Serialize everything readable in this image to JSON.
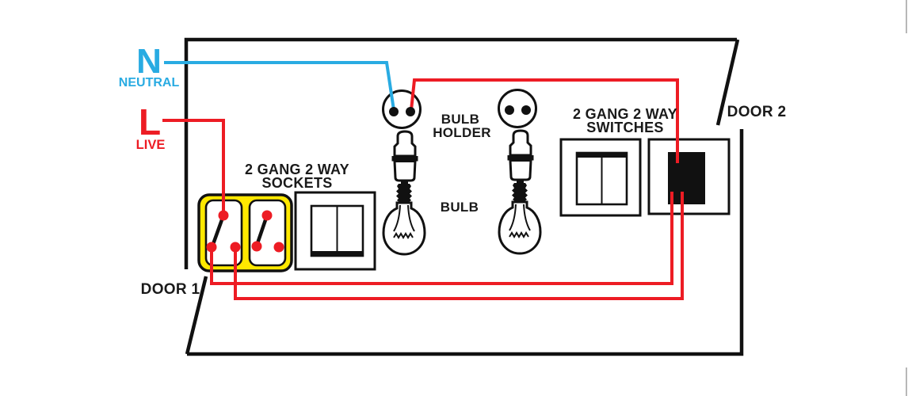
{
  "colors": {
    "live": "#ed1c24",
    "neutral": "#29abe2",
    "highlight_yellow": "#ffe800",
    "line_black": "#111111"
  },
  "labels": {
    "neutral_letter": "N",
    "neutral_word": "NEUTRAL",
    "live_letter": "L",
    "live_word": "LIVE",
    "sockets_line1": "2 GANG 2 WAY",
    "sockets_line2": "SOCKETS",
    "bulb_holder_line1": "BULB",
    "bulb_holder_line2": "HOLDER",
    "bulb_label": "BULB",
    "switches_line1": "2 GANG 2 WAY",
    "switches_line2": "SWITCHES",
    "door1": "DOOR 1",
    "door2": "DOOR 2"
  }
}
